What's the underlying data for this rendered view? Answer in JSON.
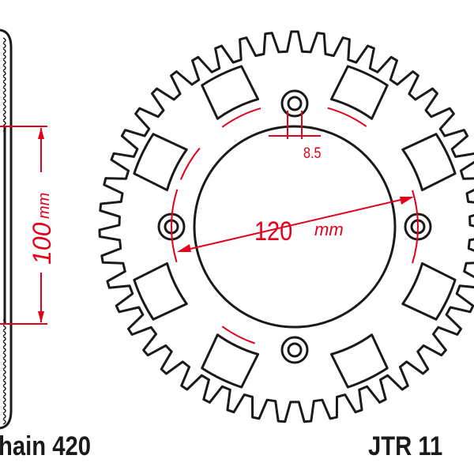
{
  "colors": {
    "outline": "#1a1a1a",
    "dimension": "#e3001b",
    "background": "#ffffff"
  },
  "dimensions": {
    "bolt_hole": "8.5",
    "pitch_circle_value": "120",
    "pitch_circle_unit": "mm",
    "centre_bore_value": "100",
    "centre_bore_unit": "mm"
  },
  "labels": {
    "chain": "hain 420",
    "part_number": "JTR 11"
  }
}
